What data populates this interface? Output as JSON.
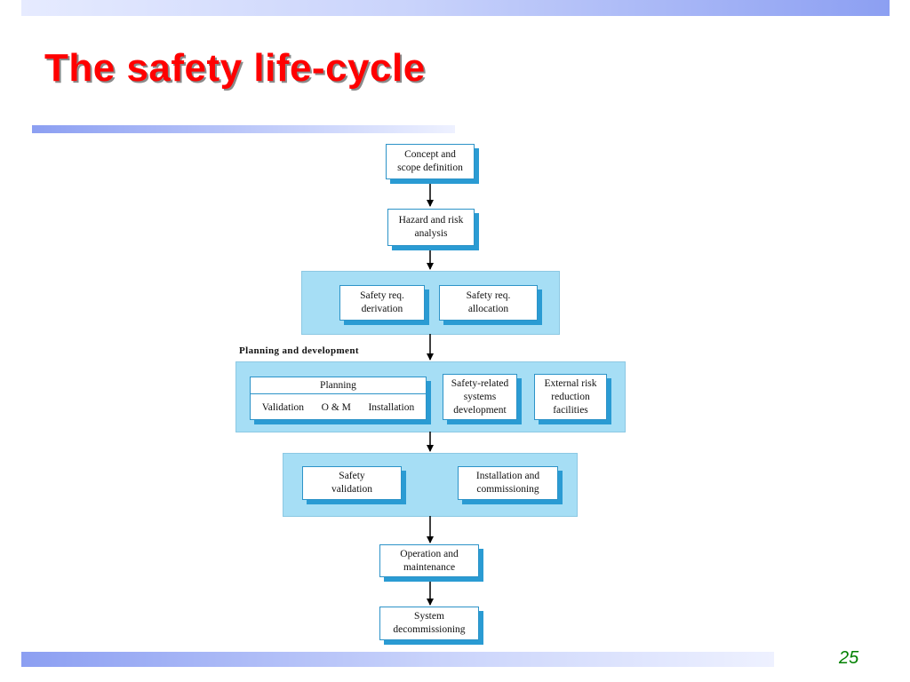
{
  "slide": {
    "title": "The safety life-cycle",
    "page_number": "25"
  },
  "diagram": {
    "section_label": "Planning and development",
    "nodes": {
      "concept": "Concept and\nscope definition",
      "hazard": "Hazard and risk\nanalysis",
      "safety_req_derivation": "Safety req.\nderivation",
      "safety_req_allocation": "Safety req.\nallocation",
      "planning": "Planning",
      "planning_validation": "Validation",
      "planning_om": "O & M",
      "planning_installation": "Installation",
      "safety_related_dev": "Safety-related\nsystems\ndevelopment",
      "external_risk": "External risk\nreduction\nfacilities",
      "safety_validation": "Safety\nvalidation",
      "installation_commissioning": "Installation and\ncommissioning",
      "operation_maintenance": "Operation and\nmaintenance",
      "decommissioning": "System\ndecommissioning"
    }
  }
}
